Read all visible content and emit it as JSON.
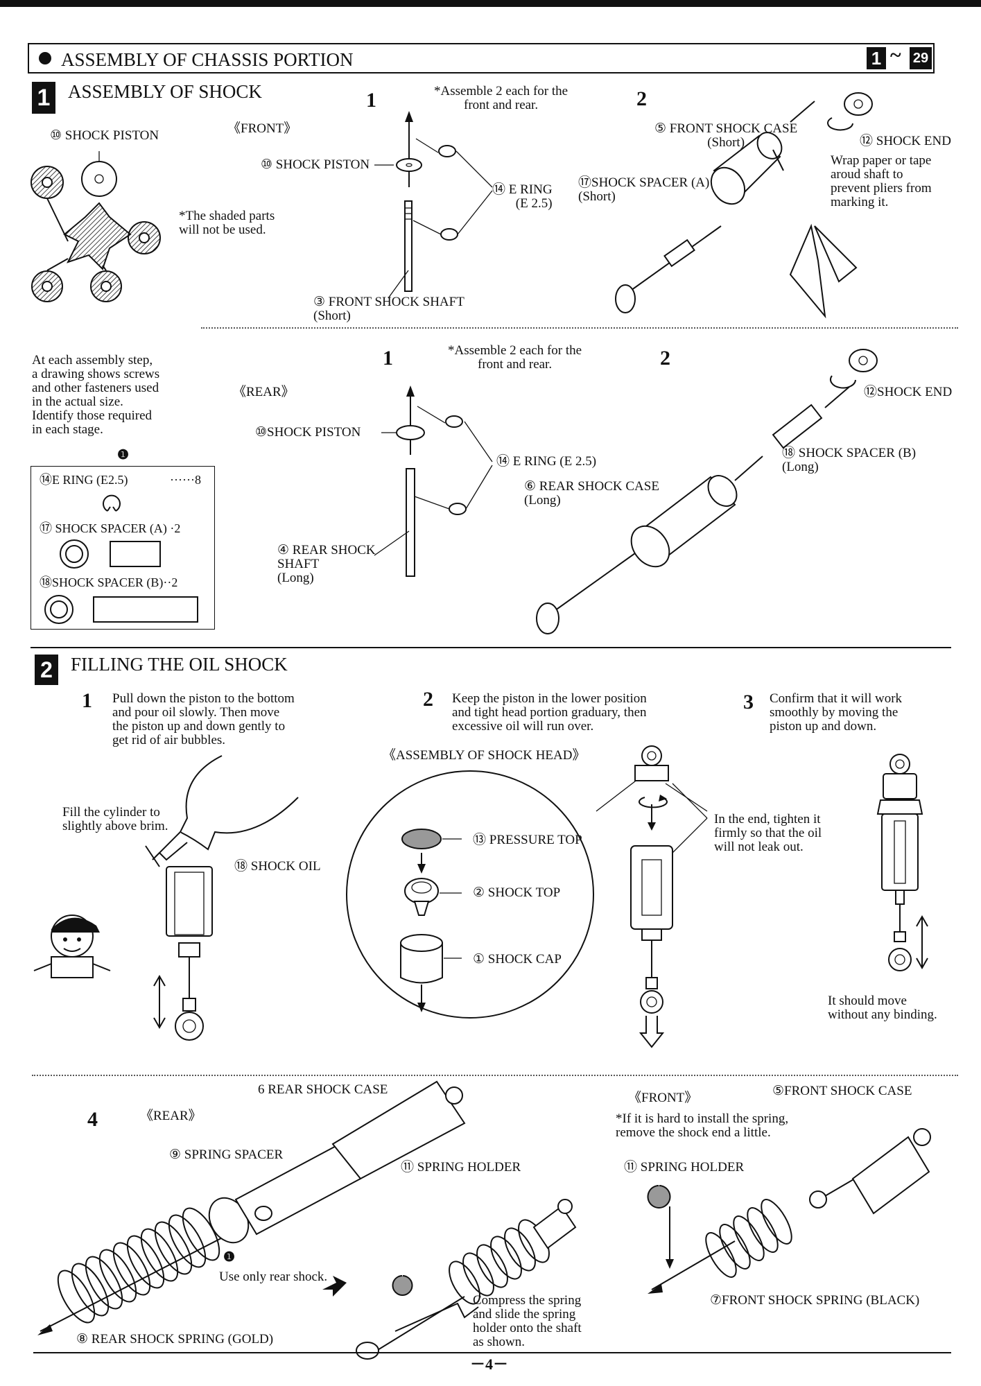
{
  "header": {
    "title": "ASSEMBLY OF CHASSIS PORTION",
    "range_start": "1",
    "range_sep": "~",
    "range_end": "29"
  },
  "section1": {
    "badge": "1",
    "title": "ASSEMBLY OF SHOCK",
    "sprue_label": "⑩ SHOCK PISTON",
    "sprue_note": "*The shaded parts\nwill not be used.",
    "front": {
      "tag": "《FRONT》",
      "step1_num": "1",
      "step1_note": "*Assemble 2 each for the\nfront and rear.",
      "piston": "⑩ SHOCK PISTON",
      "ering": "⑭ E RING\n(E 2.5)",
      "shaft": "③  FRONT SHOCK SHAFT\n(Short)",
      "step2_num": "2",
      "case": "⑤ FRONT SHOCK CASE\n(Short)",
      "end": "⑫ SHOCK END",
      "spacer": "⑰SHOCK SPACER (A)\n(Short)",
      "wrap_note": "Wrap paper or tape\naroud shaft to\nprevent pliers from\nmarking it."
    },
    "rear": {
      "tag": "《REAR》",
      "step1_num": "1",
      "step1_note": "*Assemble 2 each for the\nfront and rear.",
      "piston": "⑩SHOCK PISTON",
      "ering": "⑭ E RING (E 2.5)",
      "shaft": "④  REAR SHOCK\nSHAFT\n(Long)",
      "step2_num": "2",
      "case": "⑥ REAR SHOCK CASE\n(Long)",
      "end": "⑫SHOCK END",
      "spacer": "⑱ SHOCK SPACER (B)\n(Long)"
    },
    "intro": "At each assembly step,\na drawing shows screws\nand other fasteners used\nin the actual size.\nIdentify those required\nin each stage.",
    "parts_box": {
      "mark": "❶",
      "ering": "⑭E RING (E2.5)",
      "ering_qty": "······8",
      "spacer_a": "⑰ SHOCK SPACER (A) ·2",
      "spacer_b": "⑱SHOCK SPACER (B)··2"
    }
  },
  "section2": {
    "badge": "2",
    "title": "FILLING THE OIL SHOCK",
    "step1_num": "1",
    "step1_text": "Pull down the piston to the bottom\nand pour oil slowly.    Then move\nthe piston up and down gently to\nget rid of air bubbles.",
    "step2_num": "2",
    "step2_text": "Keep the piston in the lower position\nand tight head portion graduary, then\nexcessive oil will run over.",
    "step3_num": "3",
    "step3_text": "Confirm that it will work\nsmoothly by moving the\npiston up and down.",
    "fill_note": "Fill the cylinder to\nslightly above brim.",
    "oil": "⑱ SHOCK OIL",
    "head_title": "《ASSEMBLY OF SHOCK HEAD》",
    "pressure_top": "⑬ PRESSURE TOP",
    "shock_top": "②  SHOCK TOP",
    "shock_cap": "①  SHOCK CAP",
    "tighten_note": "In the end, tighten it\nfirmly so that the oil\nwill not leak out.",
    "binding_note": "It should move\nwithout any binding."
  },
  "section3": {
    "step4_num": "4",
    "rear_tag": "《REAR》",
    "rear_case": "6  REAR SHOCK CASE",
    "spring_spacer": "⑨ SPRING SPACER",
    "rear_only_mark": "❶",
    "rear_only": "Use only rear shock.",
    "spring_holder": "⑪ SPRING HOLDER",
    "compress_note": "Compress the spring\nand slide the spring\nholder onto the shaft\nas shown.",
    "rear_spring": "⑧ REAR SHOCK SPRING (GOLD)",
    "front_tag": "《FRONT》",
    "front_case": "⑤FRONT SHOCK CASE",
    "front_note": "*If it is hard to install the spring,\nremove the shock end a little.",
    "front_holder": "⑪  SPRING HOLDER",
    "front_spring": "⑦FRONT SHOCK SPRING (BLACK)"
  },
  "footer": {
    "page": "－4－"
  }
}
